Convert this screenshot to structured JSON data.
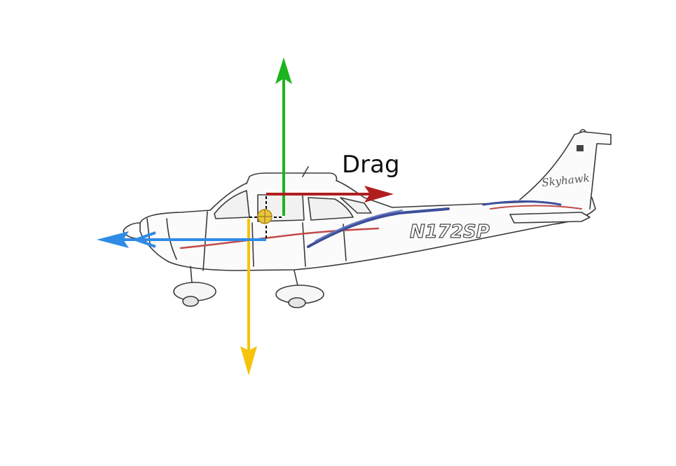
{
  "diagram": {
    "force_labels": {
      "drag": "Drag"
    },
    "aircraft": {
      "registration": "N172SP",
      "tail_script": "Skyhawk"
    },
    "colors": {
      "lift": "#1db41d",
      "drag": "#b01e1e",
      "weight": "#f5c40a",
      "thrust": "#2f8be6",
      "cg": "#e8c43c",
      "stripe_blue": "#3d4f9a",
      "stripe_red": "#c24a4a"
    },
    "icons": [
      "center-of-gravity-icon"
    ]
  }
}
